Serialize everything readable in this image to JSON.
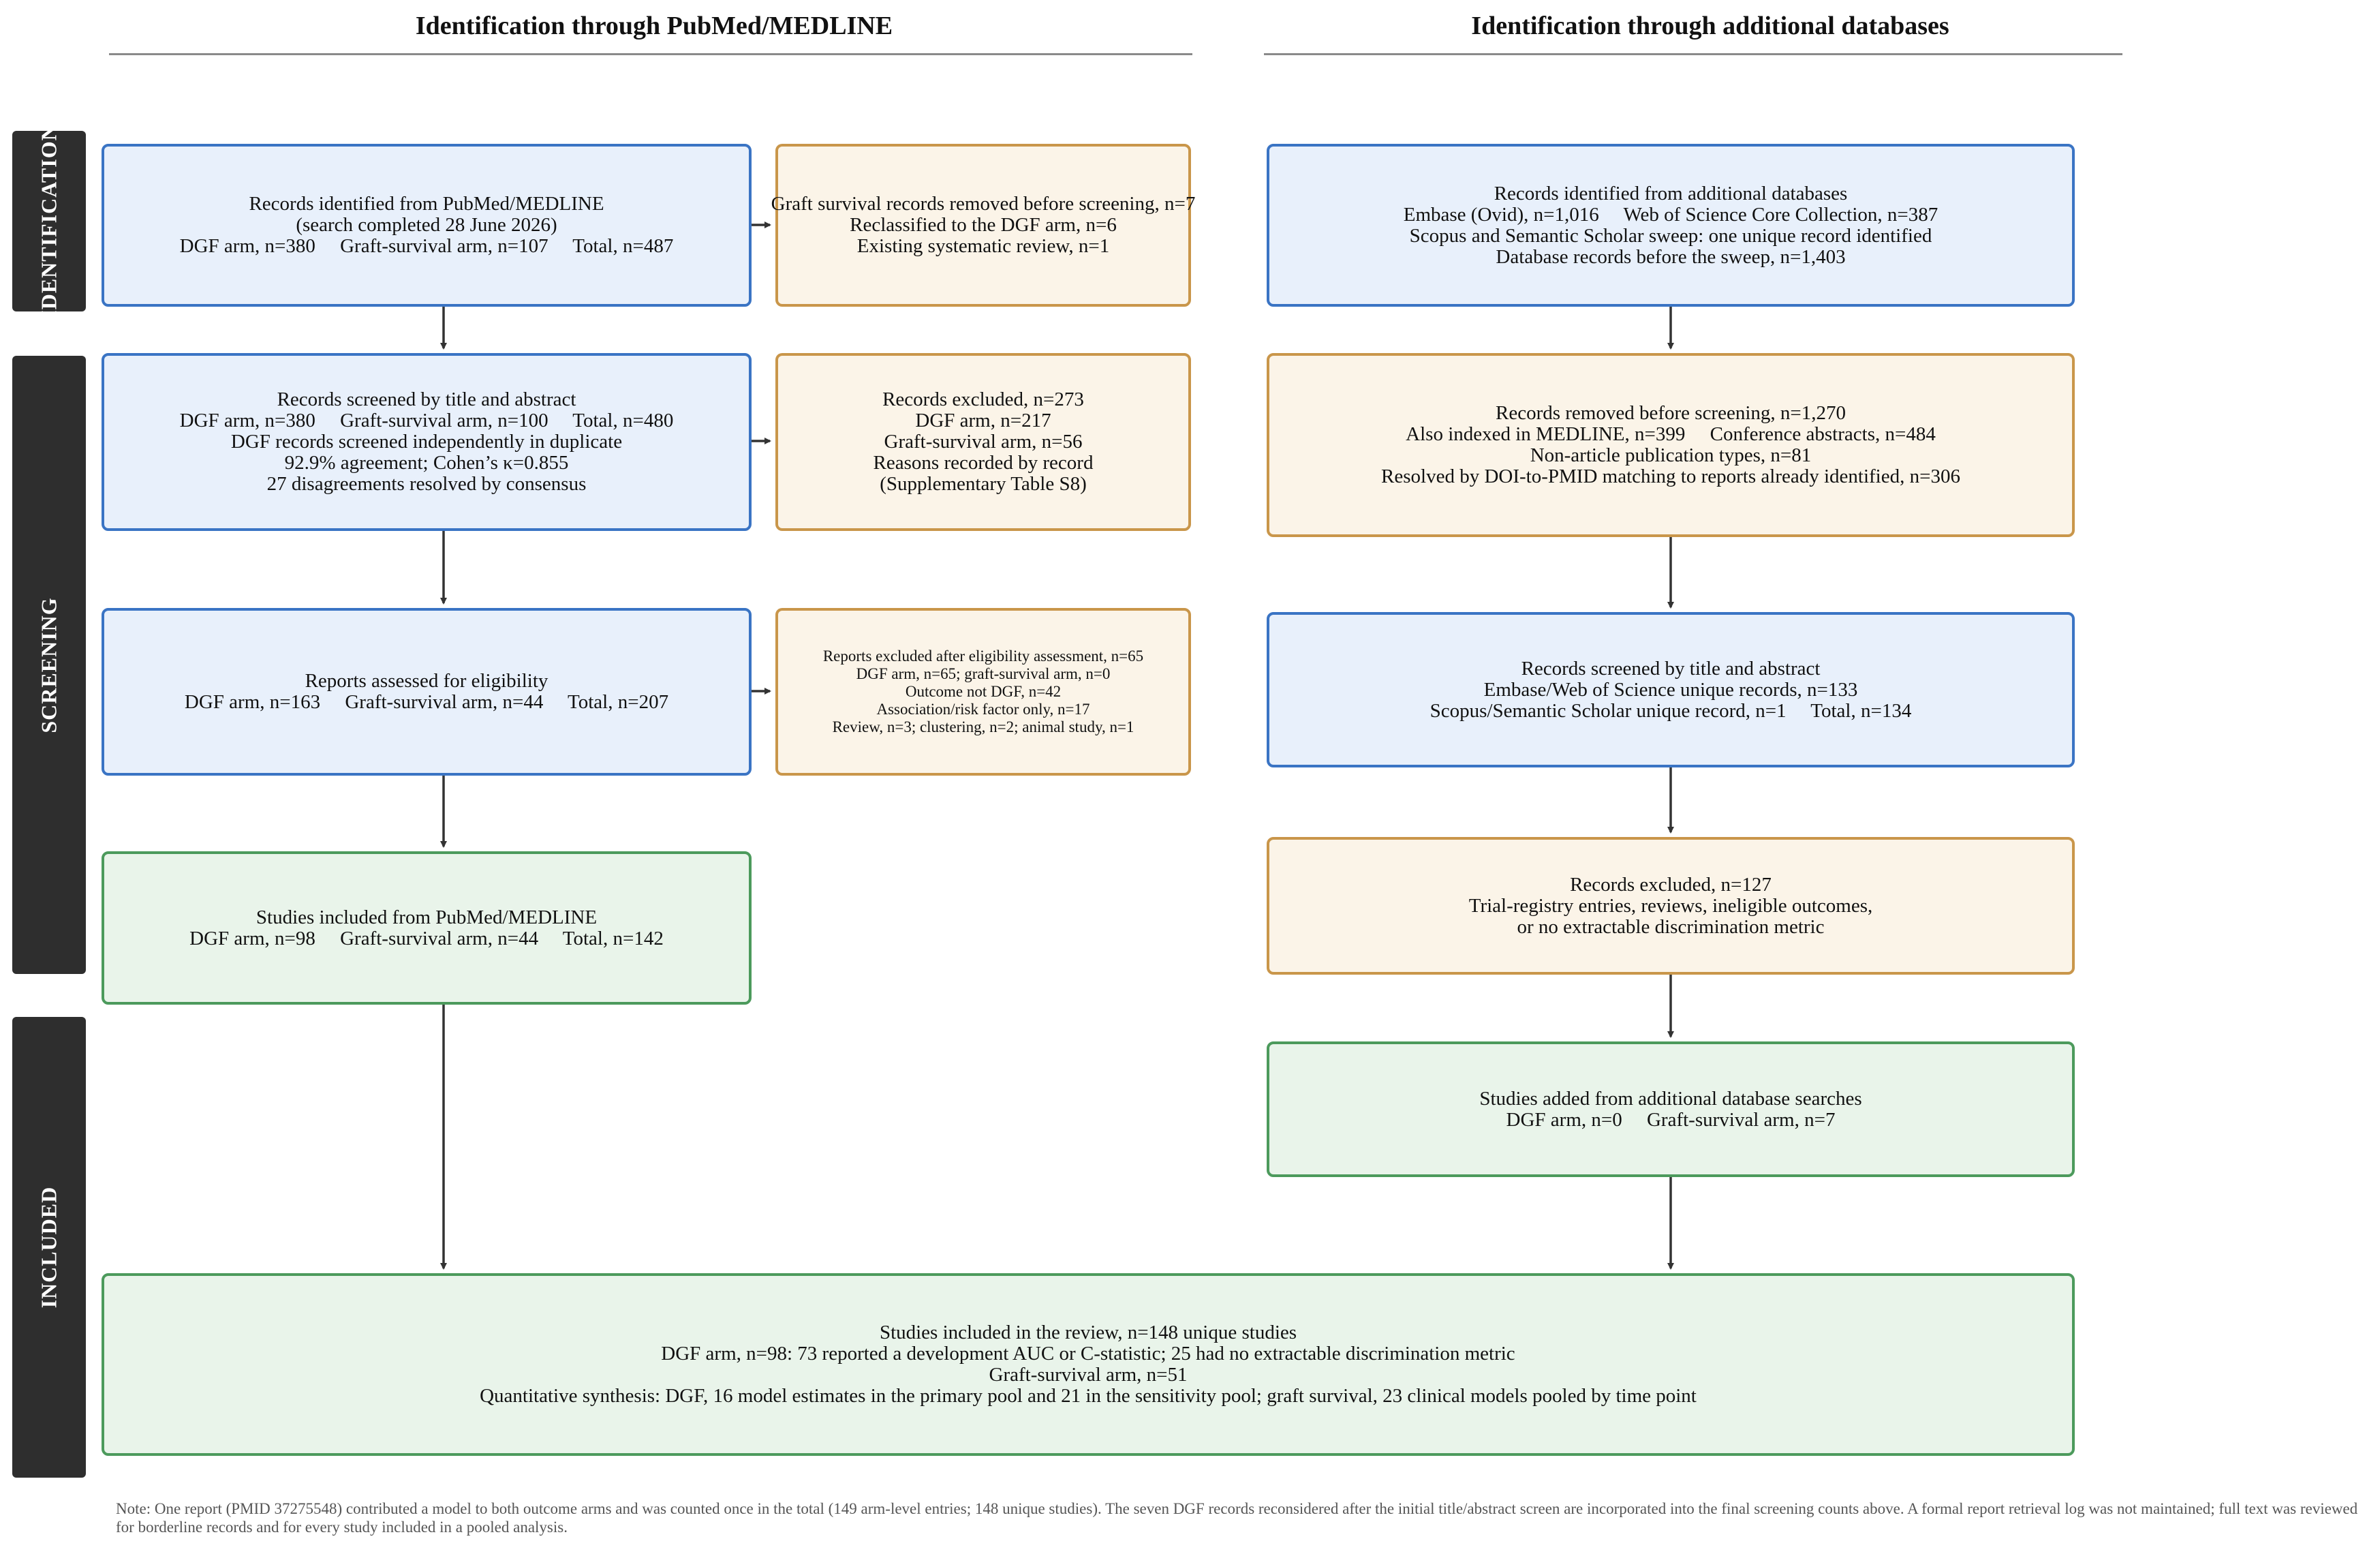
{
  "columns": {
    "left_title": "Identification through PubMed/MEDLINE",
    "right_title": "Identification through additional databases"
  },
  "stages": {
    "identification": "IDENTIFICATION",
    "screening": "SCREENING",
    "included": "INCLUDED"
  },
  "pubmed": {
    "identified": [
      "Records identified from PubMed/MEDLINE",
      "(search completed 28 June 2026)",
      "DGF arm, n=380     Graft-survival arm, n=107     Total, n=487"
    ],
    "removed": [
      "Graft survival records removed before screening, n=7",
      "Reclassified to the DGF arm, n=6",
      "Existing systematic review, n=1"
    ],
    "screened": [
      "Records screened by title and abstract",
      "DGF arm, n=380     Graft-survival arm, n=100     Total, n=480",
      "DGF records screened independently in duplicate",
      "92.9% agreement; Cohen’s κ=0.855",
      "27 disagreements resolved by consensus"
    ],
    "excluded": [
      "Records excluded, n=273",
      "DGF arm, n=217",
      "Graft-survival arm, n=56",
      "Reasons recorded by record",
      "(Supplementary Table S8)"
    ],
    "assessed": [
      "Reports assessed for eligibility",
      "DGF arm, n=163     Graft-survival arm, n=44     Total, n=207"
    ],
    "excluded_after": [
      "Reports excluded after eligibility assessment, n=65",
      "DGF arm, n=65; graft-survival arm, n=0",
      "Outcome not DGF, n=42",
      "Association/risk factor only, n=17",
      "Review, n=3; clustering, n=2; animal study, n=1"
    ],
    "included": [
      "Studies included from PubMed/MEDLINE",
      "DGF arm, n=98     Graft-survival arm, n=44     Total, n=142"
    ]
  },
  "additional": {
    "identified": [
      "Records identified from additional databases",
      "Embase (Ovid), n=1,016     Web of Science Core Collection, n=387",
      "Scopus and Semantic Scholar sweep: one unique record identified",
      "Database records before the sweep, n=1,403"
    ],
    "removed": [
      "Records removed before screening, n=1,270",
      "Also indexed in MEDLINE, n=399     Conference abstracts, n=484",
      "Non-article publication types, n=81",
      "Resolved by DOI-to-PMID matching to reports already identified, n=306"
    ],
    "screened": [
      "Records screened by title and abstract",
      "Embase/Web of Science unique records, n=133",
      "Scopus/Semantic Scholar unique record, n=1     Total, n=134"
    ],
    "excluded": [
      "Records excluded, n=127",
      "Trial-registry entries, reviews, ineligible outcomes,",
      "or no extractable discrimination metric"
    ],
    "added": [
      "Studies added from additional database searches",
      "DGF arm, n=0     Graft-survival arm, n=7"
    ]
  },
  "final": [
    "Studies included in the review, n=148 unique studies",
    "DGF arm, n=98: 73 reported a development AUC or C-statistic; 25 had no extractable discrimination metric",
    "Graft-survival arm, n=51",
    "Quantitative synthesis: DGF, 16 model estimates in the primary pool and 21 in the sensitivity pool; graft survival, 23 clinical models pooled by time point"
  ],
  "note": "Note: One report (PMID 37275548) contributed a model to both outcome arms and was counted once in the total (149 arm-level entries; 148 unique studies). The seven DGF records reconsidered after the initial title/abstract screen are incorporated into the final screening counts above. A formal report retrieval log was not maintained; full text was reviewed for borderline records and for every study included in a pooled analysis.",
  "colors": {
    "blue_border": "#3a74c4",
    "orange_border": "#c9964a",
    "green_border": "#4c9a5c",
    "stage_bg": "#2e2e2e",
    "arrow": "#333333"
  }
}
